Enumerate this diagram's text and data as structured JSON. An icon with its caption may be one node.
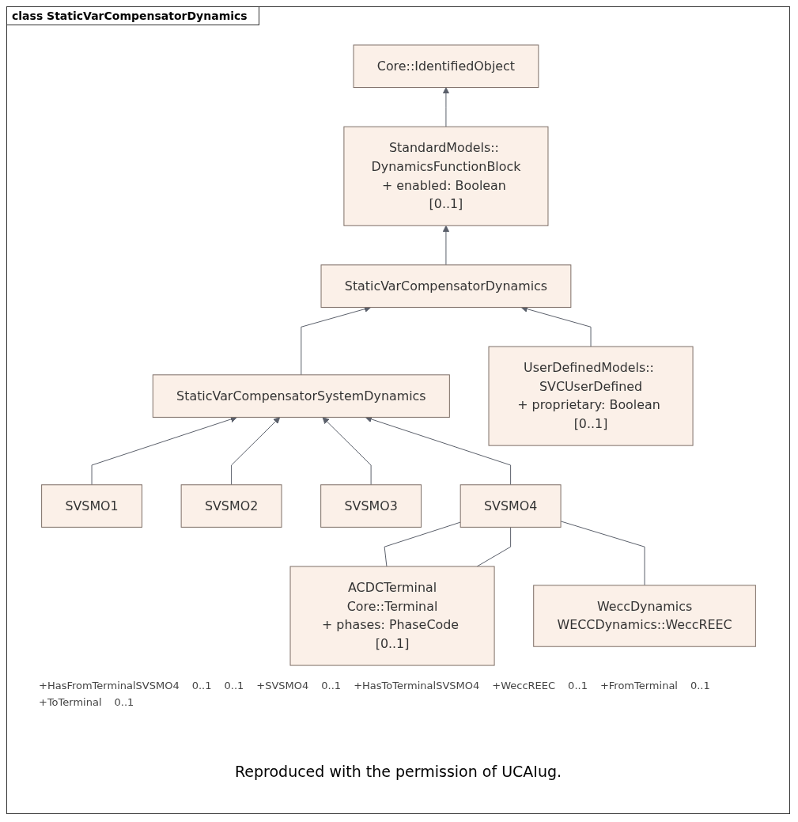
{
  "diagram": {
    "title": "class StaticVarCompensatorDynamics",
    "caption": "Reproduced with the permission of UCAIug.",
    "nodes": [
      {
        "text": [
          "Core::IdentifiedObject"
        ]
      },
      {
        "text": [
          "StandardModels:: DynamicsFunctionBlock",
          "+ enabled: Boolean [0..1]"
        ]
      },
      {
        "text": [
          "StaticVarCompensatorDynamics"
        ]
      },
      {
        "text": [
          "StaticVarCompensatorSystemDynamics"
        ]
      },
      {
        "text": [
          "UserDefinedModels:: SVCUserDefined",
          "+ proprietary: Boolean [0..1]"
        ]
      },
      {
        "text": [
          "SVSMO1"
        ]
      },
      {
        "text": [
          "SVSMO2"
        ]
      },
      {
        "text": [
          "SVSMO3"
        ]
      },
      {
        "text": [
          "SVSMO4"
        ]
      },
      {
        "text": [
          "ACDCTerminal",
          "Core::Terminal",
          "+ phases: PhaseCode [0..1]"
        ]
      },
      {
        "text": [
          "WeccDynamics",
          "WECCDynamics::WeccREEC"
        ]
      }
    ],
    "edges": [
      {
        "from": 1,
        "to": 0,
        "arrow": "to"
      },
      {
        "from": 2,
        "to": 1,
        "arrow": "to"
      },
      {
        "from": 3,
        "to": 2,
        "arrow": "to"
      },
      {
        "from": 4,
        "to": 2,
        "arrow": "to"
      },
      {
        "from": 5,
        "to": 3,
        "arrow": "to"
      },
      {
        "from": 6,
        "to": 3,
        "arrow": "to"
      },
      {
        "from": 7,
        "to": 3,
        "arrow": "to"
      },
      {
        "from": 8,
        "to": 3,
        "arrow": "to"
      },
      {
        "from": 9,
        "to": 8,
        "arrow": "none"
      },
      {
        "from": 9,
        "to": 8,
        "arrow": "none"
      },
      {
        "from": 10,
        "to": 8,
        "arrow": "none"
      }
    ],
    "labels": [
      "+HasFromTerminalSVSMO4",
      "0..1",
      "0..1",
      "+SVSMO4",
      "0..1",
      "+HasToTerminalSVSMO4",
      "+WeccREEC",
      "0..1",
      "+FromTerminal",
      "0..1",
      "+ToTerminal",
      "0..1"
    ]
  }
}
